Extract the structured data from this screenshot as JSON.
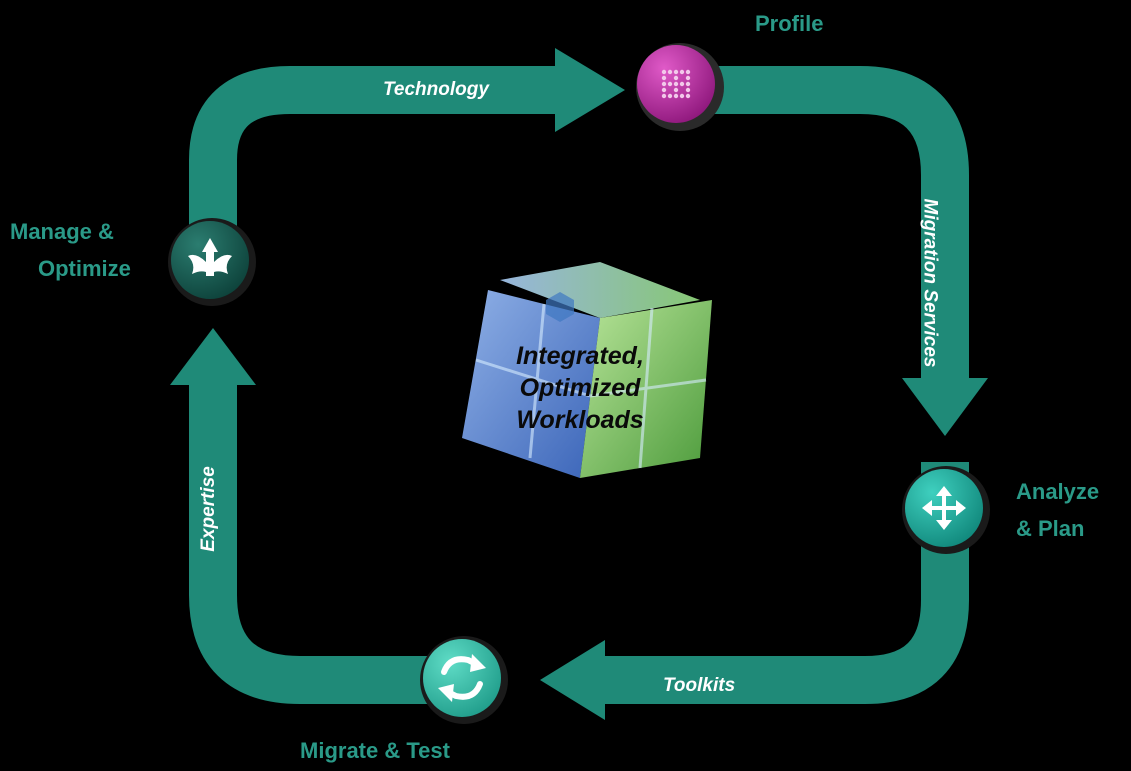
{
  "stages": {
    "profile": "Profile",
    "analyze_line1": "Analyze",
    "analyze_line2": "& Plan",
    "migrate": "Migrate & Test",
    "manage_line1": "Manage &",
    "manage_line2": "Optimize"
  },
  "arrows": {
    "top": "Technology",
    "right": "Migration Services",
    "bottom": "Toolkits",
    "left": "Expertise"
  },
  "center": {
    "line1": "Integrated,",
    "line2": "Optimized",
    "line3": "Workloads"
  },
  "colors": {
    "background": "#000000",
    "arrow": "#1f8a78",
    "label": "#2a9a88",
    "profile_icon": "#b0289a",
    "analyze_icon": "#17a99a",
    "migrate_icon": "#2fb5a2",
    "manage_icon": "#14564c"
  },
  "icons": {
    "profile": "dot-grid-icon",
    "analyze": "move-arrows-icon",
    "migrate": "refresh-cycle-icon",
    "manage": "fleur-arrow-icon",
    "center": "cube-icon"
  }
}
